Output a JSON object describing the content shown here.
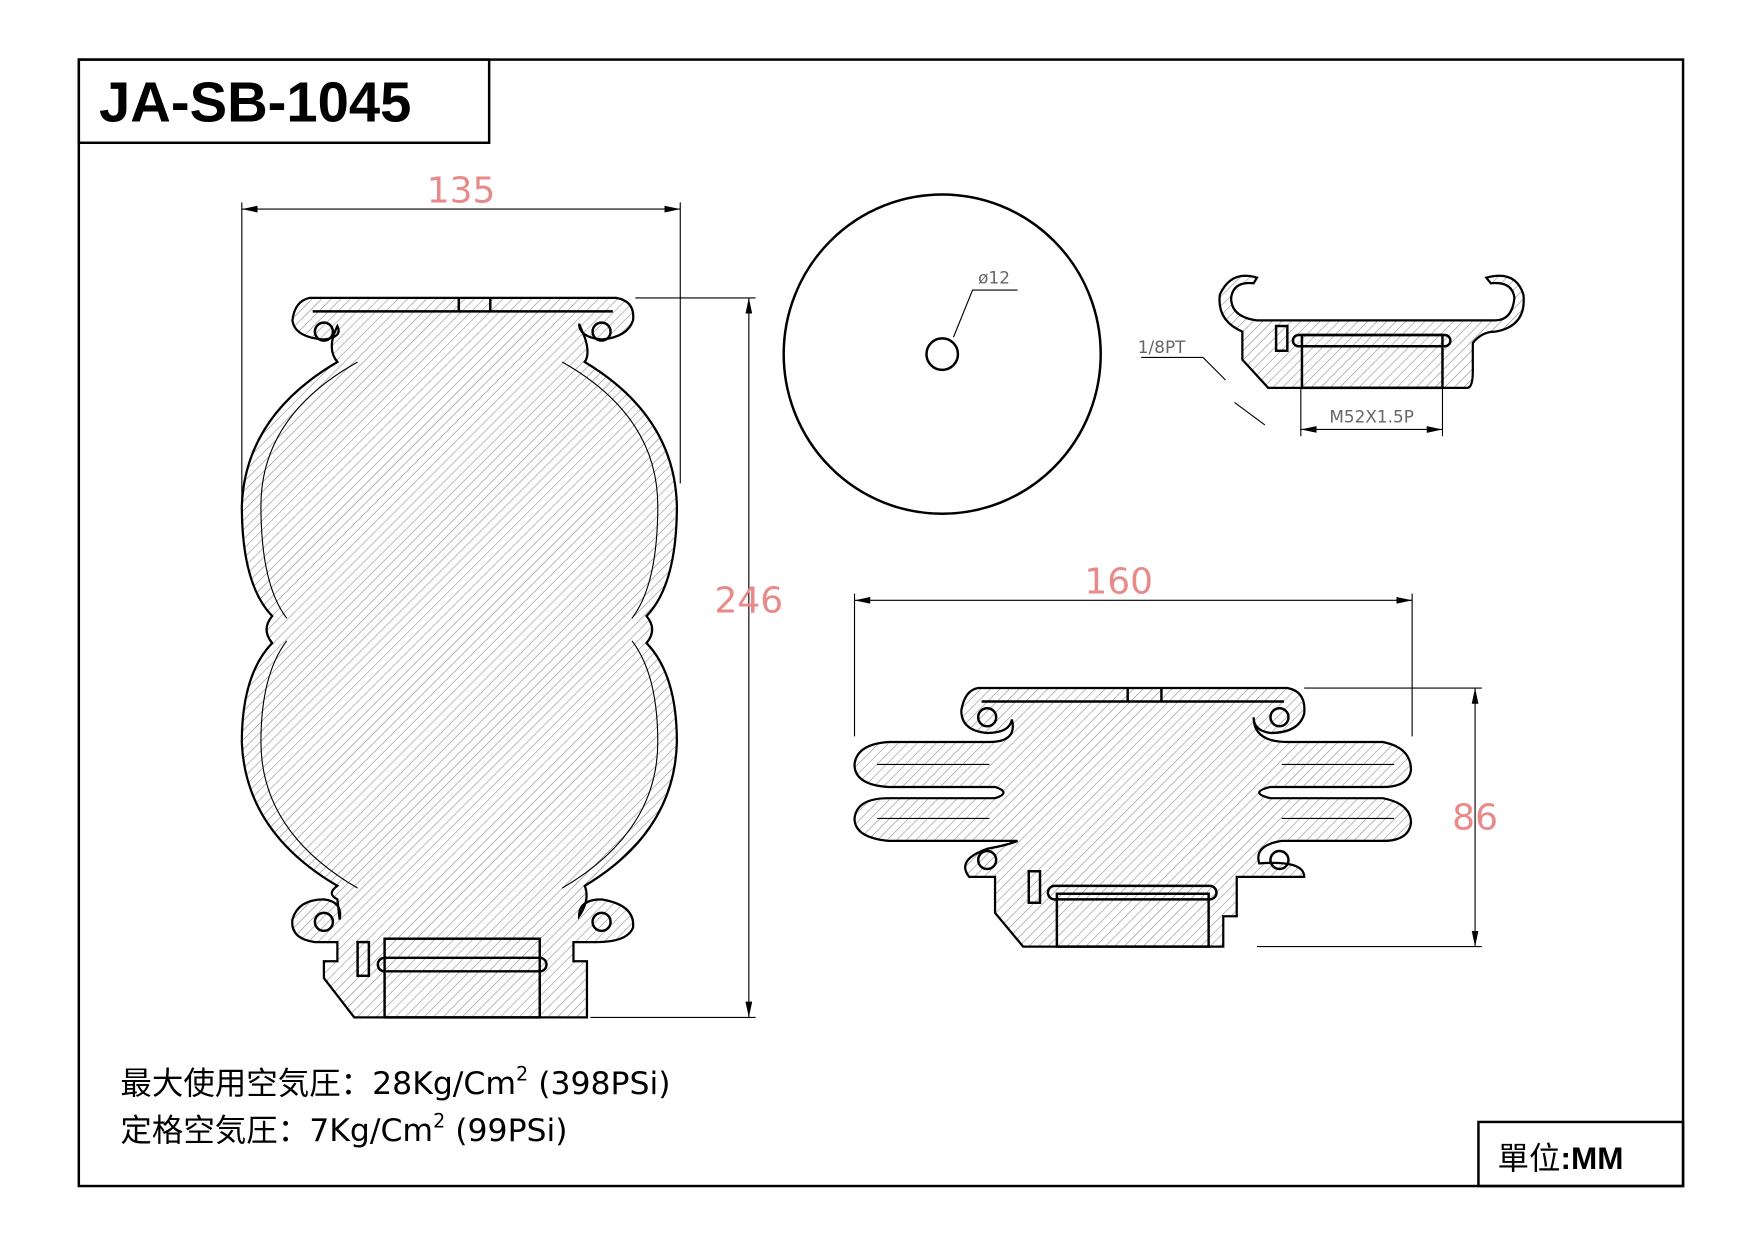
{
  "title": "JA-SB-1045",
  "dimensions": {
    "width_inflated": "135",
    "height_inflated": "246",
    "width_compressed": "160",
    "height_compressed": "86",
    "hole_diameter": "ø12",
    "air_port": "1/8PT",
    "thread": "M52X1.5P"
  },
  "specs": {
    "max_pressure_label": "最大使用空気圧：28Kg/Cm",
    "max_pressure_sup": "2",
    "max_pressure_psi": " (398PSi)",
    "rated_pressure_label": "定格空気圧：7Kg/Cm",
    "rated_pressure_sup": "2",
    "rated_pressure_psi": " (99PSi)"
  },
  "unit": {
    "label": "單位",
    "value": ":MM"
  }
}
